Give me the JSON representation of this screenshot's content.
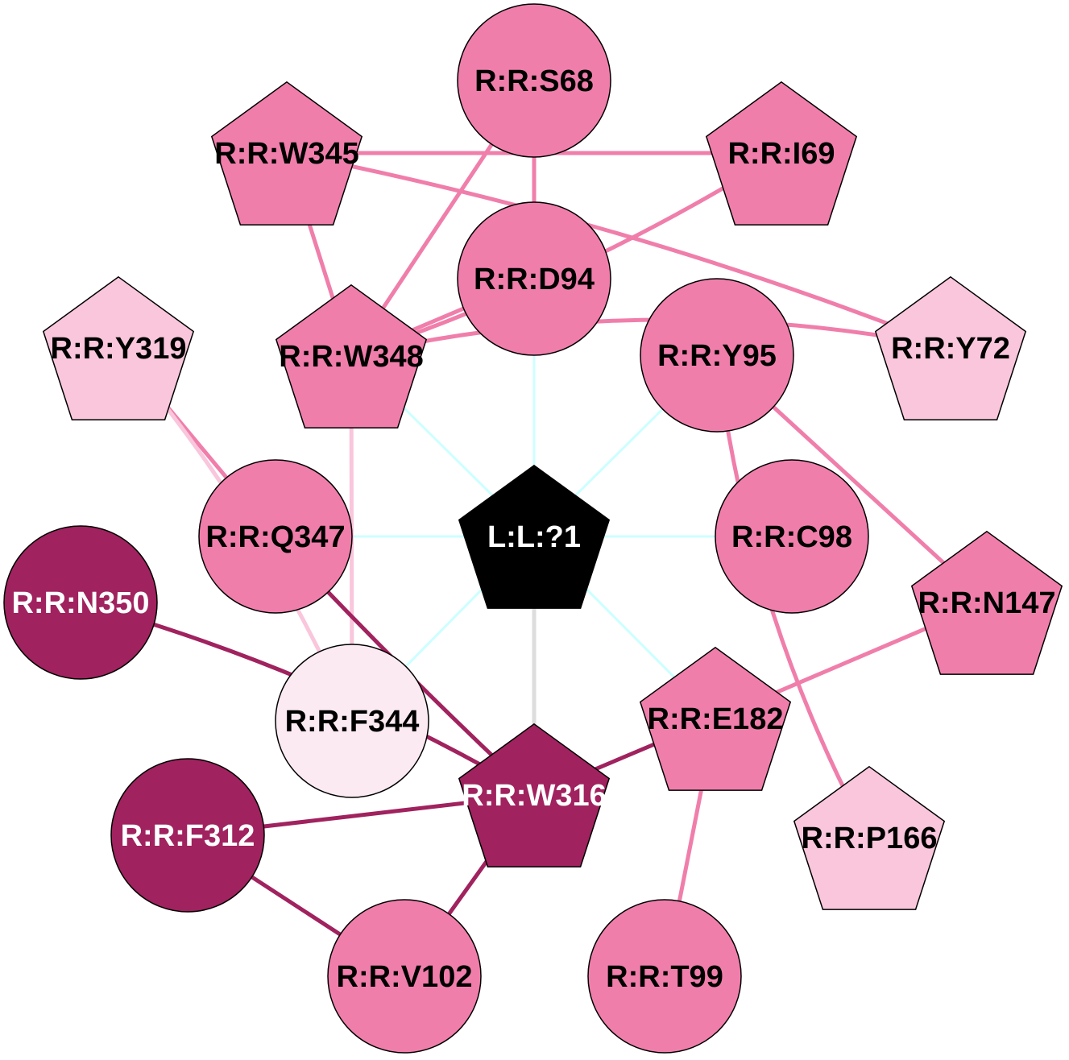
{
  "colors": {
    "dark": "#a0225e",
    "medium": "#f07eab",
    "light": "#f9c6dc",
    "pale": "#fbeaf2",
    "ligand": "#000000",
    "ligand_edge": "#ccffff",
    "ligand_grey_edge": "#dddddd"
  },
  "nodes": [
    {
      "id": "S68",
      "label": "R:R:S68",
      "shape": "circle",
      "fill": "medium",
      "text": "#000000"
    },
    {
      "id": "W345",
      "label": "R:R:W345",
      "shape": "pentagon",
      "fill": "medium",
      "text": "#000000"
    },
    {
      "id": "I69",
      "label": "R:R:I69",
      "shape": "pentagon",
      "fill": "medium",
      "text": "#000000"
    },
    {
      "id": "D94",
      "label": "R:R:D94",
      "shape": "circle",
      "fill": "medium",
      "text": "#000000"
    },
    {
      "id": "Y319",
      "label": "R:R:Y319",
      "shape": "pentagon",
      "fill": "light",
      "text": "#000000"
    },
    {
      "id": "W348",
      "label": "R:R:W348",
      "shape": "pentagon",
      "fill": "medium",
      "text": "#000000"
    },
    {
      "id": "Y95",
      "label": "R:R:Y95",
      "shape": "circle",
      "fill": "medium",
      "text": "#000000"
    },
    {
      "id": "Y72",
      "label": "R:R:Y72",
      "shape": "pentagon",
      "fill": "light",
      "text": "#000000"
    },
    {
      "id": "Q347",
      "label": "R:R:Q347",
      "shape": "circle",
      "fill": "medium",
      "text": "#000000"
    },
    {
      "id": "L1",
      "label": "L:L:?1",
      "shape": "pentagon",
      "fill": "ligand",
      "text": "#ffffff"
    },
    {
      "id": "C98",
      "label": "R:R:C98",
      "shape": "circle",
      "fill": "medium",
      "text": "#000000"
    },
    {
      "id": "N350",
      "label": "R:R:N350",
      "shape": "circle",
      "fill": "dark",
      "text": "#ffffff"
    },
    {
      "id": "N147",
      "label": "R:R:N147",
      "shape": "pentagon",
      "fill": "medium",
      "text": "#000000"
    },
    {
      "id": "F344",
      "label": "R:R:F344",
      "shape": "circle",
      "fill": "pale",
      "text": "#000000"
    },
    {
      "id": "E182",
      "label": "R:R:E182",
      "shape": "pentagon",
      "fill": "medium",
      "text": "#000000"
    },
    {
      "id": "W316",
      "label": "R:R:W316",
      "shape": "pentagon",
      "fill": "dark",
      "text": "#ffffff"
    },
    {
      "id": "F312",
      "label": "R:R:F312",
      "shape": "circle",
      "fill": "dark",
      "text": "#ffffff"
    },
    {
      "id": "P166",
      "label": "R:R:P166",
      "shape": "pentagon",
      "fill": "light",
      "text": "#000000"
    },
    {
      "id": "V102",
      "label": "R:R:V102",
      "shape": "circle",
      "fill": "medium",
      "text": "#000000"
    },
    {
      "id": "T99",
      "label": "R:R:T99",
      "shape": "circle",
      "fill": "medium",
      "text": "#000000"
    }
  ],
  "edges": [
    {
      "from": "L1",
      "to": "D94",
      "color": "ligand_edge"
    },
    {
      "from": "L1",
      "to": "W348",
      "color": "ligand_edge"
    },
    {
      "from": "L1",
      "to": "Y95",
      "color": "ligand_edge"
    },
    {
      "from": "L1",
      "to": "Q347",
      "color": "ligand_edge"
    },
    {
      "from": "L1",
      "to": "C98",
      "color": "ligand_edge"
    },
    {
      "from": "L1",
      "to": "F344",
      "color": "ligand_edge"
    },
    {
      "from": "L1",
      "to": "E182",
      "color": "ligand_edge"
    },
    {
      "from": "L1",
      "to": "W316",
      "color": "ligand_grey_edge"
    },
    {
      "from": "W345",
      "to": "I69",
      "color": "medium"
    },
    {
      "from": "W345",
      "to": "W348",
      "color": "medium"
    },
    {
      "from": "W345",
      "to": "Y72",
      "color": "medium"
    },
    {
      "from": "S68",
      "to": "W348",
      "color": "medium"
    },
    {
      "from": "S68",
      "to": "D94",
      "color": "medium"
    },
    {
      "from": "I69",
      "to": "W348",
      "color": "medium"
    },
    {
      "from": "D94",
      "to": "W348",
      "color": "medium"
    },
    {
      "from": "W348",
      "to": "Y72",
      "color": "medium"
    },
    {
      "from": "W348",
      "to": "F344",
      "color": "light"
    },
    {
      "from": "Y319",
      "to": "Q347",
      "color": "medium"
    },
    {
      "from": "Y319",
      "to": "F344",
      "color": "light"
    },
    {
      "from": "Y95",
      "to": "N147",
      "color": "medium"
    },
    {
      "from": "Y95",
      "to": "P166",
      "color": "medium"
    },
    {
      "from": "Q347",
      "to": "W316",
      "color": "dark"
    },
    {
      "from": "N350",
      "to": "W316",
      "color": "dark"
    },
    {
      "from": "N147",
      "to": "E182",
      "color": "medium"
    },
    {
      "from": "E182",
      "to": "W316",
      "color": "dark"
    },
    {
      "from": "E182",
      "to": "T99",
      "color": "medium"
    },
    {
      "from": "W316",
      "to": "F312",
      "color": "dark"
    },
    {
      "from": "W316",
      "to": "V102",
      "color": "dark"
    },
    {
      "from": "F312",
      "to": "V102",
      "color": "dark"
    }
  ]
}
